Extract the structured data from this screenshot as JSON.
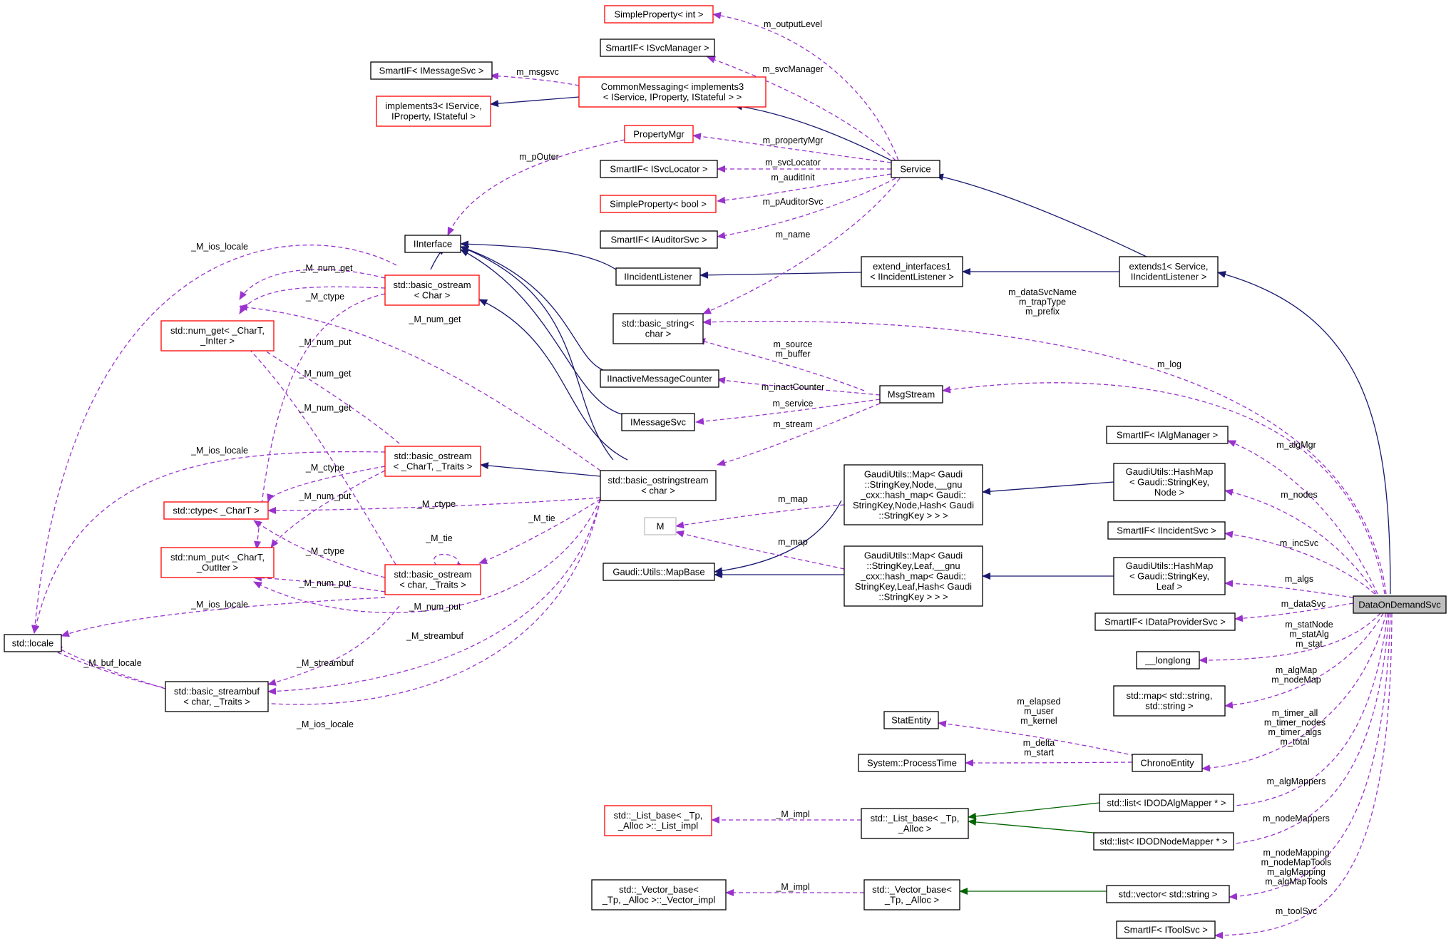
{
  "colors": {
    "inherit": "#191970",
    "template": "#006400",
    "usage": "#9a32cd",
    "node_border_default": "#000000",
    "node_border_red": "#ff0000",
    "node_border_gray": "#bfbfbf",
    "highlight_fill": "#bfbfbf"
  },
  "nodes": [
    {
      "id": "n_simpleprop_int",
      "lines": [
        "SimpleProperty< int >"
      ]
    },
    {
      "id": "n_smartif_isvcmgr",
      "lines": [
        "SmartIF< ISvcManager >"
      ]
    },
    {
      "id": "n_smartif_imsgsvc",
      "lines": [
        "SmartIF< IMessageSvc >"
      ]
    },
    {
      "id": "n_commonmessaging",
      "lines": [
        "CommonMessaging< implements3",
        "< IService, IProperty, IStateful > >"
      ]
    },
    {
      "id": "n_implements3",
      "lines": [
        "implements3< IService,",
        "IProperty, IStateful >"
      ]
    },
    {
      "id": "n_propertymgr",
      "lines": [
        "PropertyMgr"
      ]
    },
    {
      "id": "n_smartif_isvclocator",
      "lines": [
        "SmartIF< ISvcLocator >"
      ]
    },
    {
      "id": "n_service",
      "lines": [
        "Service"
      ]
    },
    {
      "id": "n_simpleprop_bool",
      "lines": [
        "SimpleProperty< bool >"
      ]
    },
    {
      "id": "n_smartif_iauditorsvc",
      "lines": [
        "SmartIF< IAuditorSvc >"
      ]
    },
    {
      "id": "n_iinterface",
      "lines": [
        "IInterface"
      ]
    },
    {
      "id": "n_iincidentlistener",
      "lines": [
        "IIncidentListener"
      ]
    },
    {
      "id": "n_extend_interfaces1",
      "lines": [
        "extend_interfaces1",
        "< IIncidentListener >"
      ]
    },
    {
      "id": "n_extends1",
      "lines": [
        "extends1< Service,",
        "IIncidentListener >"
      ]
    },
    {
      "id": "n_basic_ostream_char",
      "lines": [
        "std::basic_ostream",
        "< Char >"
      ]
    },
    {
      "id": "n_num_get",
      "lines": [
        "std::num_get< _CharT,",
        "_InIter >"
      ]
    },
    {
      "id": "n_basic_string",
      "lines": [
        "std::basic_string<",
        "char >"
      ]
    },
    {
      "id": "n_iinactivemsgcounter",
      "lines": [
        "IInactiveMessageCounter"
      ]
    },
    {
      "id": "n_msgstream",
      "lines": [
        "MsgStream"
      ]
    },
    {
      "id": "n_imessagesvc",
      "lines": [
        "IMessageSvc"
      ]
    },
    {
      "id": "n_smartif_ialgmanager",
      "lines": [
        "SmartIF< IAlgManager >"
      ]
    },
    {
      "id": "n_basic_ostream_chart",
      "lines": [
        "std::basic_ostream",
        "< _CharT, _Traits >"
      ]
    },
    {
      "id": "n_basic_ostringstream",
      "lines": [
        "std::basic_ostringstream",
        "< char >"
      ]
    },
    {
      "id": "n_map_node",
      "lines": [
        "GaudiUtils::Map< Gaudi",
        "::StringKey,Node,__gnu",
        "_cxx::hash_map< Gaudi::",
        "StringKey,Node,Hash< Gaudi",
        "::StringKey > > >"
      ]
    },
    {
      "id": "n_hashmap_node",
      "lines": [
        "GaudiUtils::HashMap",
        "< Gaudi::StringKey,",
        "Node >"
      ]
    },
    {
      "id": "n_ctype",
      "lines": [
        "std::ctype< _CharT >"
      ]
    },
    {
      "id": "n_m",
      "lines": [
        "M"
      ]
    },
    {
      "id": "n_smartif_iincidentsvc",
      "lines": [
        "SmartIF< IIncidentSvc >"
      ]
    },
    {
      "id": "n_num_put",
      "lines": [
        "std::num_put< _CharT,",
        "_OutIter >"
      ]
    },
    {
      "id": "n_basic_ostream_char_traits",
      "lines": [
        "std::basic_ostream",
        "< char, _Traits >"
      ]
    },
    {
      "id": "n_mapbase",
      "lines": [
        "Gaudi::Utils::MapBase"
      ]
    },
    {
      "id": "n_map_leaf",
      "lines": [
        "GaudiUtils::Map< Gaudi",
        "::StringKey,Leaf,__gnu",
        "_cxx::hash_map< Gaudi::",
        "StringKey,Leaf,Hash< Gaudi",
        "::StringKey > > >"
      ]
    },
    {
      "id": "n_hashmap_leaf",
      "lines": [
        "GaudiUtils::HashMap",
        "< Gaudi::StringKey,",
        "Leaf >"
      ]
    },
    {
      "id": "n_dataondemandsvc",
      "lines": [
        "DataOnDemandSvc"
      ]
    },
    {
      "id": "n_smartif_idataprovidersvc",
      "lines": [
        "SmartIF< IDataProviderSvc >"
      ]
    },
    {
      "id": "n_locale",
      "lines": [
        "std::locale"
      ]
    },
    {
      "id": "n_longlong",
      "lines": [
        "__longlong"
      ]
    },
    {
      "id": "n_basic_streambuf",
      "lines": [
        "std::basic_streambuf",
        "< char, _Traits >"
      ]
    },
    {
      "id": "n_map_string",
      "lines": [
        "std::map< std::string,",
        "std::string >"
      ]
    },
    {
      "id": "n_statentity",
      "lines": [
        "StatEntity"
      ]
    },
    {
      "id": "n_chronoentity",
      "lines": [
        "ChronoEntity"
      ]
    },
    {
      "id": "n_processtime",
      "lines": [
        "System::ProcessTime"
      ]
    },
    {
      "id": "n_list_idodalgmapper",
      "lines": [
        "std::list< IDODAlgMapper * >"
      ]
    },
    {
      "id": "n_list_base_impl",
      "lines": [
        "std::_List_base< _Tp,",
        "_Alloc >::_List_impl"
      ]
    },
    {
      "id": "n_list_base",
      "lines": [
        "std::_List_base< _Tp,",
        "_Alloc >"
      ]
    },
    {
      "id": "n_list_idodnodemapper",
      "lines": [
        "std::list< IDODNodeMapper * >"
      ]
    },
    {
      "id": "n_vector_base_impl",
      "lines": [
        "std::_Vector_base<",
        "_Tp, _Alloc >::_Vector_impl"
      ]
    },
    {
      "id": "n_vector_base",
      "lines": [
        "std::_Vector_base<",
        "_Tp, _Alloc >"
      ]
    },
    {
      "id": "n_vector_string",
      "lines": [
        "std::vector< std::string >"
      ]
    },
    {
      "id": "n_smartif_itoolsvc",
      "lines": [
        "SmartIF< IToolSvc >"
      ]
    }
  ],
  "edge_labels": [
    {
      "id": "l_m_outputlevel",
      "lines": [
        "m_outputLevel"
      ]
    },
    {
      "id": "l_m_svcmanager",
      "lines": [
        "m_svcManager"
      ]
    },
    {
      "id": "l_m_msgsvc",
      "lines": [
        "m_msgsvc"
      ]
    },
    {
      "id": "l_m_pouter",
      "lines": [
        "m_pOuter"
      ]
    },
    {
      "id": "l_m_propertymgr",
      "lines": [
        "m_propertyMgr"
      ]
    },
    {
      "id": "l_m_svclocator",
      "lines": [
        "m_svcLocator"
      ]
    },
    {
      "id": "l_m_auditinit",
      "lines": [
        "m_auditInit"
      ]
    },
    {
      "id": "l_m_pauditorsvc",
      "lines": [
        "m_pAuditorSvc"
      ]
    },
    {
      "id": "l_m_name",
      "lines": [
        "m_name"
      ]
    },
    {
      "id": "l_m_ios_locale_1",
      "lines": [
        "_M_ios_locale"
      ]
    },
    {
      "id": "l_m_num_get_1",
      "lines": [
        "_M_num_get"
      ]
    },
    {
      "id": "l_m_ctype_1",
      "lines": [
        "_M_ctype"
      ]
    },
    {
      "id": "l_m_num_get_2",
      "lines": [
        "_M_num_get"
      ]
    },
    {
      "id": "l_m_datasvcname",
      "lines": [
        "m_dataSvcName",
        "m_trapType",
        "m_prefix"
      ]
    },
    {
      "id": "l_m_num_put_1",
      "lines": [
        "_M_num_put"
      ]
    },
    {
      "id": "l_m_source",
      "lines": [
        "m_source",
        "m_buffer"
      ]
    },
    {
      "id": "l_m_log",
      "lines": [
        "m_log"
      ]
    },
    {
      "id": "l_m_num_get_3",
      "lines": [
        "_M_num_get"
      ]
    },
    {
      "id": "l_m_inactcounter",
      "lines": [
        "m_inactCounter"
      ]
    },
    {
      "id": "l_m_num_get_4",
      "lines": [
        "_M_num_get"
      ]
    },
    {
      "id": "l_m_service",
      "lines": [
        "m_service"
      ]
    },
    {
      "id": "l_m_stream",
      "lines": [
        "m_stream"
      ]
    },
    {
      "id": "l_m_algmgr",
      "lines": [
        "m_algMgr"
      ]
    },
    {
      "id": "l_m_ios_locale_2",
      "lines": [
        "_M_ios_locale"
      ]
    },
    {
      "id": "l_m_ctype_2",
      "lines": [
        "_M_ctype"
      ]
    },
    {
      "id": "l_m_num_put_2",
      "lines": [
        "_M_num_put"
      ]
    },
    {
      "id": "l_m_map_1",
      "lines": [
        "m_map"
      ]
    },
    {
      "id": "l_m_nodes",
      "lines": [
        "m_nodes"
      ]
    },
    {
      "id": "l_m_ctype_3",
      "lines": [
        "_M_ctype"
      ]
    },
    {
      "id": "l_m_tie_1",
      "lines": [
        "_M_tie"
      ]
    },
    {
      "id": "l_m_tie_2",
      "lines": [
        "_M_tie"
      ]
    },
    {
      "id": "l_m_incsvc",
      "lines": [
        "m_incSvc"
      ]
    },
    {
      "id": "l_m_map_2",
      "lines": [
        "m_map"
      ]
    },
    {
      "id": "l_m_ctype_4",
      "lines": [
        "_M_ctype"
      ]
    },
    {
      "id": "l_m_num_put_3",
      "lines": [
        "_M_num_put"
      ]
    },
    {
      "id": "l_m_algs",
      "lines": [
        "m_algs"
      ]
    },
    {
      "id": "l_m_ios_locale_3",
      "lines": [
        "_M_ios_locale"
      ]
    },
    {
      "id": "l_m_datasvc",
      "lines": [
        "m_dataSvc"
      ]
    },
    {
      "id": "l_m_num_put_4",
      "lines": [
        "_M_num_put"
      ]
    },
    {
      "id": "l_m_statnode",
      "lines": [
        "m_statNode",
        "m_statAlg",
        "m_stat"
      ]
    },
    {
      "id": "l_m_streambuf_1",
      "lines": [
        "_M_streambuf"
      ]
    },
    {
      "id": "l_m_buf_locale",
      "lines": [
        "_M_buf_locale"
      ]
    },
    {
      "id": "l_m_streambuf_2",
      "lines": [
        "_M_streambuf"
      ]
    },
    {
      "id": "l_m_algmap",
      "lines": [
        "m_algMap",
        "m_nodeMap"
      ]
    },
    {
      "id": "l_m_ios_locale_4",
      "lines": [
        "_M_ios_locale"
      ]
    },
    {
      "id": "l_m_elapsed",
      "lines": [
        "m_elapsed",
        "m_user",
        "m_kernel"
      ]
    },
    {
      "id": "l_m_timer_all",
      "lines": [
        "m_timer_all",
        "m_timer_nodes",
        "m_timer_algs",
        "m_total"
      ]
    },
    {
      "id": "l_m_delta",
      "lines": [
        "m_delta",
        "m_start"
      ]
    },
    {
      "id": "l_m_algmappers",
      "lines": [
        "m_algMappers"
      ]
    },
    {
      "id": "l_m_impl_1",
      "lines": [
        "_M_impl"
      ]
    },
    {
      "id": "l_m_nodemappers",
      "lines": [
        "m_nodeMappers"
      ]
    },
    {
      "id": "l_m_nodemapping",
      "lines": [
        "m_nodeMapping",
        "m_nodeMapTools",
        "m_algMapping",
        "m_algMapTools"
      ]
    },
    {
      "id": "l_m_impl_2",
      "lines": [
        "_M_impl"
      ]
    },
    {
      "id": "l_m_toolsvc",
      "lines": [
        "m_toolSvc"
      ]
    }
  ]
}
